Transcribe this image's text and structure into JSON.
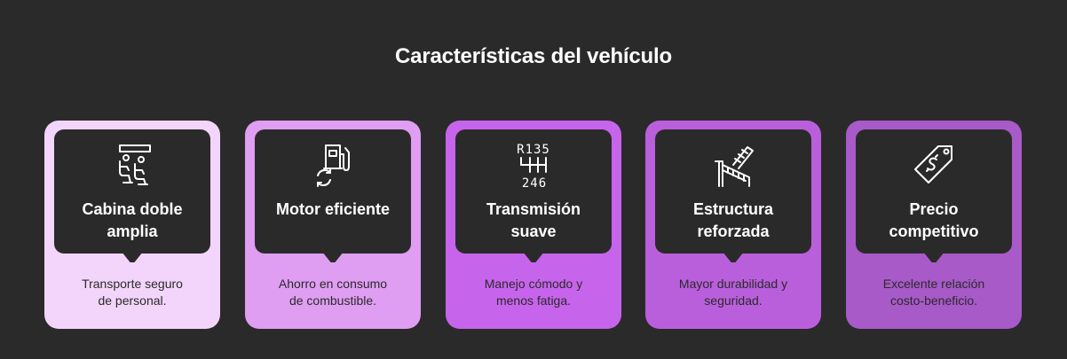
{
  "title": "Características del vehículo",
  "cards": [
    {
      "title": "Cabina doble\namplia",
      "description": "Transporte seguro\nde personal.",
      "icon": "cabin-seats-icon",
      "color": "#f3d5fb"
    },
    {
      "title": "Motor eficiente",
      "description": "Ahorro en consumo\nde combustible.",
      "icon": "fuel-pump-icon",
      "color": "#df9ef2"
    },
    {
      "title": "Transmisión\nsuave",
      "description": "Manejo cómodo y\nmenos fatiga.",
      "icon": "gear-shift-icon",
      "color": "#c764ec"
    },
    {
      "title": "Estructura\nreforzada",
      "description": "Mayor durabilidad y\nseguridad.",
      "icon": "reinforced-frame-icon",
      "color": "#b95fdc"
    },
    {
      "title": "Precio\ncompetitivo",
      "description": "Excelente relación\ncosto-beneficio.",
      "icon": "price-tag-icon",
      "color": "#a75ac8"
    }
  ],
  "gear_shift": {
    "top_digits": "R135",
    "bottom_digits": "246"
  }
}
